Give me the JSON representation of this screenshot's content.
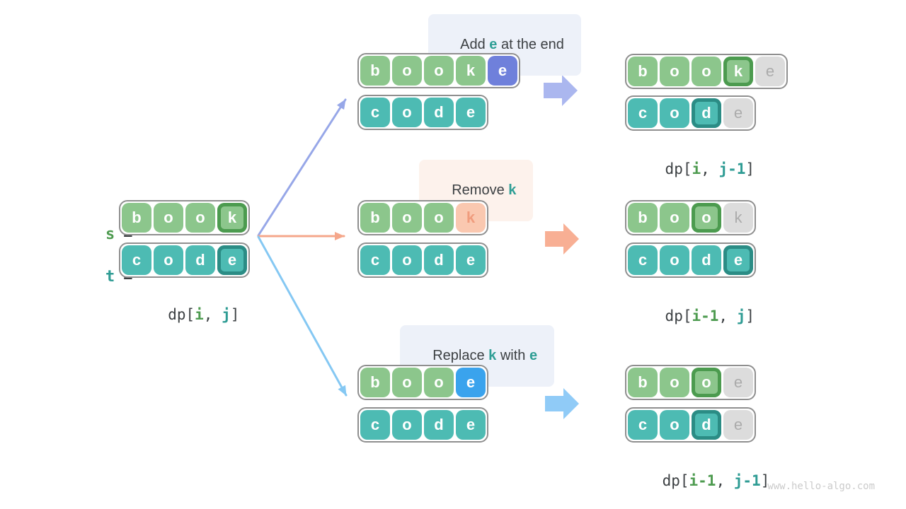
{
  "colors": {
    "cell_green": "#8CC68C",
    "cell_teal": "#4DBBB3",
    "ring_green": "#4C9B4F",
    "ring_teal": "#2B8C85",
    "cell_grey": "#DCDCDC",
    "grey_text": "#ABABAB",
    "cell_periwinkle": "#6F80DB",
    "cell_blue": "#3AA3ED",
    "cell_peach": "#FAC8B0",
    "peach_text": "#F09C7D",
    "accent_teal": "#2E9E95",
    "green_text": "#4E9B50",
    "teal_text": "#2F9C94",
    "dark_text": "#3C4043",
    "border_grey": "#8F8F8F",
    "tag_blue": "#EDF1F9",
    "tag_peach": "#FDF2EC",
    "arrow_add_line": "#97A7E8",
    "arrow_remove_line": "#F5A78B",
    "arrow_replace_line": "#85C8F3",
    "arrow_add_block": "#ABB7EF",
    "arrow_remove_block": "#F8AF94",
    "arrow_replace_block": "#90CBF7",
    "watermark_grey": "#CBCBCB"
  },
  "diagram": {
    "source": {
      "var_s": "s",
      "var_t": "t",
      "eq": "=",
      "s_cells": [
        {
          "ch": "b",
          "type": "green"
        },
        {
          "ch": "o",
          "type": "green"
        },
        {
          "ch": "o",
          "type": "green"
        },
        {
          "ch": "k",
          "type": "green-hl"
        }
      ],
      "t_cells": [
        {
          "ch": "c",
          "type": "teal"
        },
        {
          "ch": "o",
          "type": "teal"
        },
        {
          "ch": "d",
          "type": "teal"
        },
        {
          "ch": "e",
          "type": "teal-hl"
        }
      ],
      "dp": {
        "prefix": "dp[",
        "i": "i",
        "sep": ", ",
        "j": "j",
        "suffix": "]"
      }
    },
    "branches": [
      {
        "id": "add",
        "label": {
          "p1": "Add ",
          "k1": "e",
          "p2": " at the end",
          "k2": ""
        },
        "s_cells": [
          {
            "ch": "b",
            "type": "green"
          },
          {
            "ch": "o",
            "type": "green"
          },
          {
            "ch": "o",
            "type": "green"
          },
          {
            "ch": "k",
            "type": "green"
          },
          {
            "ch": "e",
            "type": "periwinkle"
          }
        ],
        "t_cells": [
          {
            "ch": "c",
            "type": "teal"
          },
          {
            "ch": "o",
            "type": "teal"
          },
          {
            "ch": "d",
            "type": "teal"
          },
          {
            "ch": "e",
            "type": "teal"
          }
        ],
        "res_s_cells": [
          {
            "ch": "b",
            "type": "green"
          },
          {
            "ch": "o",
            "type": "green"
          },
          {
            "ch": "o",
            "type": "green"
          },
          {
            "ch": "k",
            "type": "green-hl"
          },
          {
            "ch": "e",
            "type": "grey"
          }
        ],
        "res_t_cells": [
          {
            "ch": "c",
            "type": "teal"
          },
          {
            "ch": "o",
            "type": "teal"
          },
          {
            "ch": "d",
            "type": "teal-hl"
          },
          {
            "ch": "e",
            "type": "grey"
          }
        ],
        "dp": {
          "prefix": "dp[",
          "i": "i",
          "sep": ", ",
          "j": "j-1",
          "suffix": "]"
        }
      },
      {
        "id": "remove",
        "label": {
          "p1": "Remove ",
          "k1": "k",
          "p2": "",
          "k2": ""
        },
        "s_cells": [
          {
            "ch": "b",
            "type": "green"
          },
          {
            "ch": "o",
            "type": "green"
          },
          {
            "ch": "o",
            "type": "green"
          },
          {
            "ch": "k",
            "type": "peach"
          }
        ],
        "t_cells": [
          {
            "ch": "c",
            "type": "teal"
          },
          {
            "ch": "o",
            "type": "teal"
          },
          {
            "ch": "d",
            "type": "teal"
          },
          {
            "ch": "e",
            "type": "teal"
          }
        ],
        "res_s_cells": [
          {
            "ch": "b",
            "type": "green"
          },
          {
            "ch": "o",
            "type": "green"
          },
          {
            "ch": "o",
            "type": "green-hl"
          },
          {
            "ch": "k",
            "type": "grey"
          }
        ],
        "res_t_cells": [
          {
            "ch": "c",
            "type": "teal"
          },
          {
            "ch": "o",
            "type": "teal"
          },
          {
            "ch": "d",
            "type": "teal"
          },
          {
            "ch": "e",
            "type": "teal-hl"
          }
        ],
        "dp": {
          "prefix": "dp[",
          "i": "i-1",
          "sep": ", ",
          "j": "j",
          "suffix": "]"
        }
      },
      {
        "id": "replace",
        "label": {
          "p1": "Replace ",
          "k1": "k",
          "p2": " with ",
          "k2": "e"
        },
        "s_cells": [
          {
            "ch": "b",
            "type": "green"
          },
          {
            "ch": "o",
            "type": "green"
          },
          {
            "ch": "o",
            "type": "green"
          },
          {
            "ch": "e",
            "type": "blue"
          }
        ],
        "t_cells": [
          {
            "ch": "c",
            "type": "teal"
          },
          {
            "ch": "o",
            "type": "teal"
          },
          {
            "ch": "d",
            "type": "teal"
          },
          {
            "ch": "e",
            "type": "teal"
          }
        ],
        "res_s_cells": [
          {
            "ch": "b",
            "type": "green"
          },
          {
            "ch": "o",
            "type": "green"
          },
          {
            "ch": "o",
            "type": "green-hl"
          },
          {
            "ch": "e",
            "type": "grey"
          }
        ],
        "res_t_cells": [
          {
            "ch": "c",
            "type": "teal"
          },
          {
            "ch": "o",
            "type": "teal"
          },
          {
            "ch": "d",
            "type": "teal-hl"
          },
          {
            "ch": "e",
            "type": "grey"
          }
        ],
        "dp": {
          "prefix": "dp[",
          "i": "i-1",
          "sep": ", ",
          "j": "j-1",
          "suffix": "]"
        }
      }
    ],
    "watermark": "www.hello-algo.com"
  }
}
